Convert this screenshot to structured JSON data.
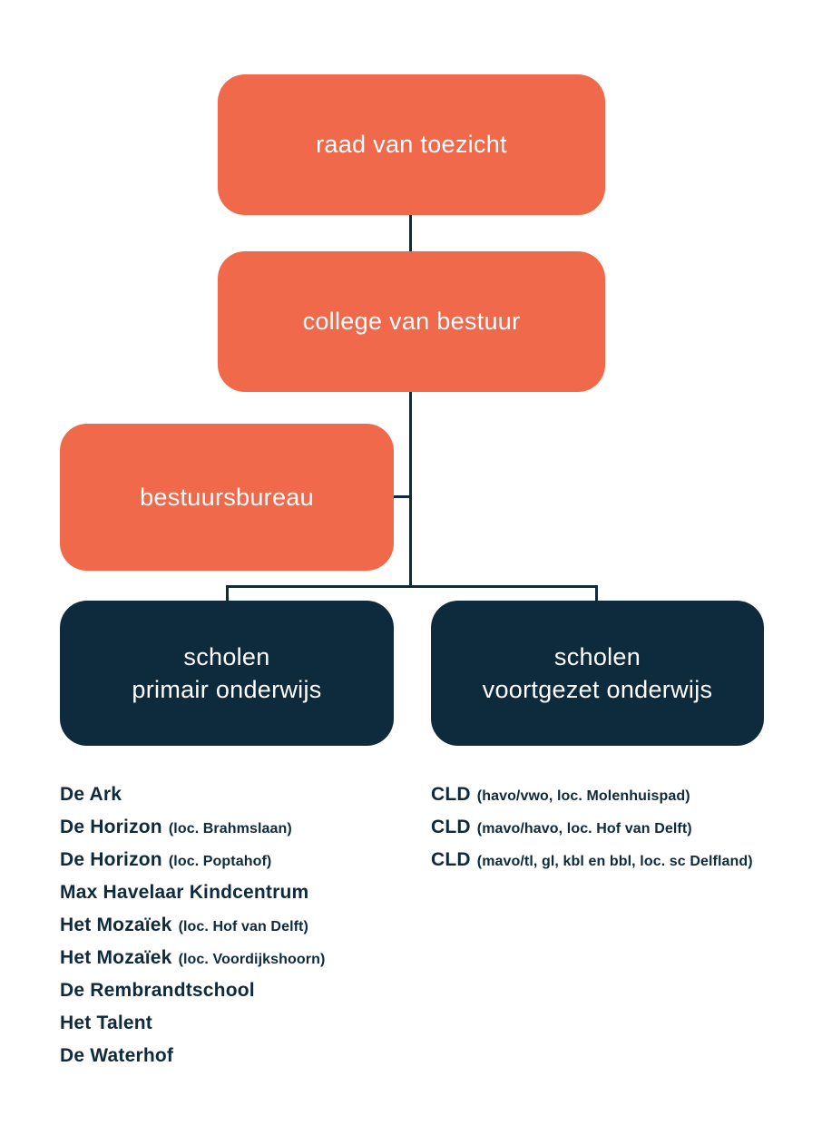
{
  "colors": {
    "orange": "#F0694A",
    "navy": "#0E2A3D",
    "box_text": "#FFFFFF",
    "list_text": "#0E2A3D",
    "background": "#FFFFFF"
  },
  "chart_data": {
    "type": "org-chart",
    "nodes": {
      "raad": {
        "label": "raad van toezicht",
        "color": "orange"
      },
      "college": {
        "label": "college van bestuur",
        "color": "orange"
      },
      "bureau": {
        "label": "bestuursbureau",
        "color": "orange"
      },
      "po": {
        "label_line1": "scholen",
        "label_line2": "primair onderwijs",
        "color": "navy"
      },
      "vo": {
        "label_line1": "scholen",
        "label_line2": "voortgezet onderwijs",
        "color": "navy"
      }
    },
    "edges": [
      [
        "raad",
        "college"
      ],
      [
        "college",
        "bureau"
      ],
      [
        "college",
        "po"
      ],
      [
        "college",
        "vo"
      ]
    ]
  },
  "po_schools": [
    {
      "name": "De Ark",
      "detail": ""
    },
    {
      "name": "De Horizon",
      "detail": "(loc. Brahmslaan)"
    },
    {
      "name": "De Horizon",
      "detail": "(loc. Poptahof)"
    },
    {
      "name": "Max Havelaar Kindcentrum",
      "detail": ""
    },
    {
      "name": "Het Mozaïek",
      "detail": "(loc. Hof van Delft)"
    },
    {
      "name": "Het Mozaïek",
      "detail": "(loc. Voordijkshoorn)"
    },
    {
      "name": "De Rembrandtschool",
      "detail": ""
    },
    {
      "name": "Het Talent",
      "detail": ""
    },
    {
      "name": "De Waterhof",
      "detail": ""
    }
  ],
  "vo_schools": [
    {
      "name": "CLD",
      "detail": "(havo/vwo, loc. Molenhuispad)"
    },
    {
      "name": "CLD",
      "detail": "(mavo/havo, loc. Hof van Delft)"
    },
    {
      "name": "CLD",
      "detail": "(mavo/tl, gl, kbl en bbl, loc. sc Delfland)"
    }
  ]
}
